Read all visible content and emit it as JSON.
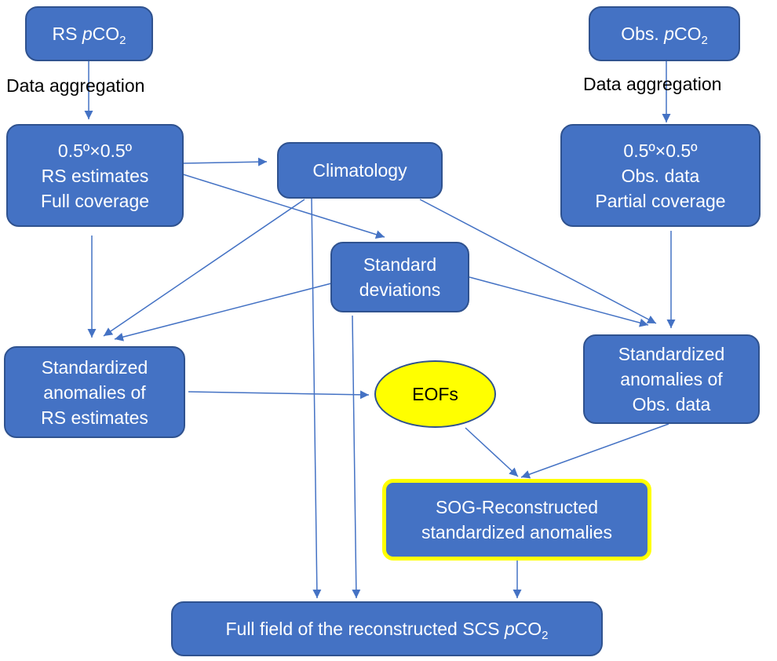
{
  "diagram": {
    "colors": {
      "box_fill": "#4472C4",
      "box_border": "#2F528F",
      "highlight_border": "#FFFF00",
      "ellipse_fill": "#FFFF00",
      "arrow": "#4472C4"
    },
    "nodes": {
      "rs_pco2": {
        "prefix": "RS ",
        "italic": "p",
        "main": "CO",
        "sub": "2"
      },
      "obs_pco2": {
        "prefix": "Obs. ",
        "italic": "p",
        "main": "CO",
        "sub": "2"
      },
      "rs_grid": {
        "lines": [
          "0.5º×0.5º",
          "RS estimates",
          "Full coverage"
        ]
      },
      "obs_grid": {
        "lines": [
          "0.5º×0.5º",
          "Obs. data",
          "Partial  coverage"
        ]
      },
      "climatology": {
        "label": "Climatology"
      },
      "std_dev": {
        "lines": [
          "Standard",
          "deviations"
        ]
      },
      "std_anom_rs": {
        "lines": [
          "Standardized",
          "anomalies of",
          "RS estimates"
        ]
      },
      "std_anom_obs": {
        "lines": [
          "Standardized",
          "anomalies of",
          "Obs. data"
        ]
      },
      "eofs": {
        "label": "EOFs"
      },
      "sog": {
        "lines": [
          "SOG-Reconstructed",
          "standardized anomalies"
        ]
      },
      "full_field": {
        "prefix": "Full field of the reconstructed SCS ",
        "italic": "p",
        "main": "CO",
        "sub": "2"
      }
    },
    "edge_labels": {
      "left": "Data aggregation",
      "right": "Data aggregation"
    },
    "edges": [
      [
        "rs_pco2",
        "rs_grid"
      ],
      [
        "obs_pco2",
        "obs_grid"
      ],
      [
        "rs_grid",
        "climatology"
      ],
      [
        "rs_grid",
        "std_dev"
      ],
      [
        "rs_grid",
        "std_anom_rs"
      ],
      [
        "climatology",
        "std_anom_rs"
      ],
      [
        "std_dev",
        "std_anom_rs"
      ],
      [
        "climatology",
        "std_anom_obs"
      ],
      [
        "std_dev",
        "std_anom_obs"
      ],
      [
        "obs_grid",
        "std_anom_obs"
      ],
      [
        "std_anom_rs",
        "eofs"
      ],
      [
        "eofs",
        "sog"
      ],
      [
        "std_anom_obs",
        "sog"
      ],
      [
        "climatology",
        "full_field"
      ],
      [
        "std_dev",
        "full_field"
      ],
      [
        "sog",
        "full_field"
      ]
    ]
  }
}
